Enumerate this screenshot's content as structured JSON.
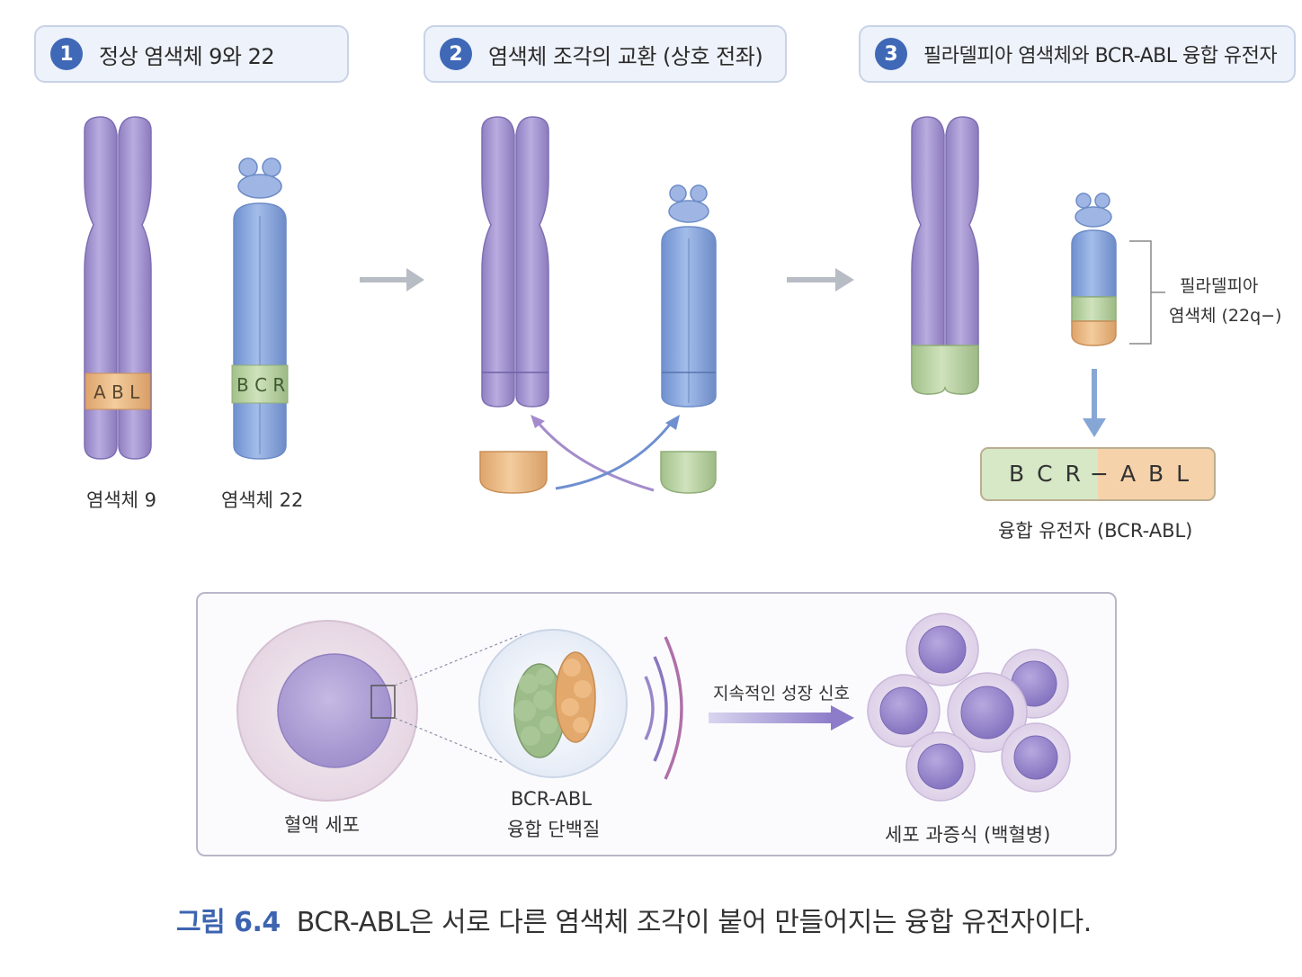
{
  "steps": [
    {
      "num": "1",
      "label": "정상 염색체 9와 22"
    },
    {
      "num": "2",
      "label": "염색체 조각의 교환 (상호 전좌)"
    },
    {
      "num": "3",
      "label": "필라델피아 염색체와 BCR-ABL 융합 유전자"
    }
  ],
  "chromosomes": {
    "chr9_label": "염색체 9",
    "chr22_label": "염색체 22",
    "abl_band": "A B L",
    "bcr_band": "B C R"
  },
  "philadelphia": {
    "line1": "필라델피아",
    "line2": "염색체 (22q−)"
  },
  "fusion_gene": {
    "bcr": "B C R",
    "dash": "−",
    "abl": "A B L",
    "label": "융합 유전자 (BCR-ABL)"
  },
  "bottom": {
    "blood_cell": "혈액 세포",
    "protein_line1": "BCR-ABL",
    "protein_line2": "융합 단백질",
    "signal": "지속적인 성장 신호",
    "proliferation": "세포 과증식 (백혈병)"
  },
  "caption": {
    "figure": "그림 6.4",
    "text": "BCR-ABL은 서로 다른 염색체 조각이 붙어 만들어지는 융합 유전자이다."
  },
  "colors": {
    "purple": "#a99ad3",
    "blue": "#8ba8dc",
    "orange": "#e9b982",
    "green": "#b9d3a1",
    "accent": "#3f68b7"
  }
}
